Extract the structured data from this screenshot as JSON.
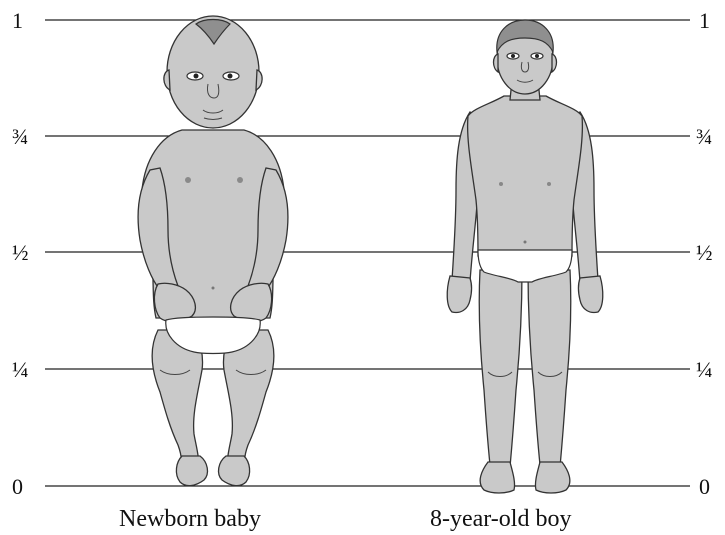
{
  "scale": {
    "left_labels": [
      "1",
      "¾",
      "½",
      "¼",
      "0"
    ],
    "right_labels": [
      "1",
      "¾",
      "½",
      "¼",
      "0"
    ],
    "values": [
      1,
      0.75,
      0.5,
      0.25,
      0
    ]
  },
  "figures": {
    "baby_caption": "Newborn baby",
    "boy_caption": "8-year-old boy"
  },
  "colors": {
    "skin": "#c9c9c9",
    "hair_boy": "#8f8f8f",
    "diaper": "#ffffff",
    "lines": "#222222"
  }
}
